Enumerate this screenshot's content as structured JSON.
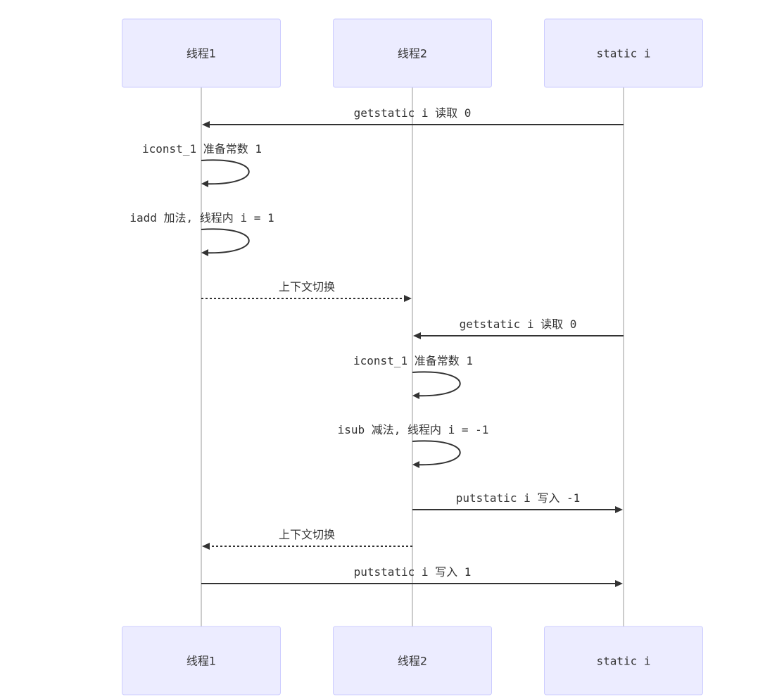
{
  "diagram": {
    "type": "sequence",
    "colors": {
      "actor_fill": "#ececff",
      "actor_stroke": "#ccccff",
      "line": "#333333",
      "lifeline": "#999999",
      "text": "#333333"
    },
    "participants": [
      {
        "id": "t1",
        "label": "线程1"
      },
      {
        "id": "t2",
        "label": "线程2"
      },
      {
        "id": "si",
        "label": "static i"
      }
    ],
    "messages": [
      {
        "from": "si",
        "to": "t1",
        "style": "solid",
        "text": "getstatic i 读取 0"
      },
      {
        "from": "t1",
        "to": "t1",
        "style": "solid",
        "text": "iconst_1 准备常数 1"
      },
      {
        "from": "t1",
        "to": "t1",
        "style": "solid",
        "text": "iadd 加法, 线程内 i = 1"
      },
      {
        "from": "t1",
        "to": "t2",
        "style": "dotted",
        "text": "上下文切换"
      },
      {
        "from": "si",
        "to": "t2",
        "style": "solid",
        "text": "getstatic i 读取 0"
      },
      {
        "from": "t2",
        "to": "t2",
        "style": "solid",
        "text": "iconst_1 准备常数 1"
      },
      {
        "from": "t2",
        "to": "t2",
        "style": "solid",
        "text": "isub 减法, 线程内 i = -1"
      },
      {
        "from": "t2",
        "to": "si",
        "style": "solid",
        "text": "putstatic i 写入 -1"
      },
      {
        "from": "t2",
        "to": "t1",
        "style": "dotted",
        "text": "上下文切换"
      },
      {
        "from": "t1",
        "to": "si",
        "style": "solid",
        "text": "putstatic i 写入 1"
      }
    ]
  }
}
